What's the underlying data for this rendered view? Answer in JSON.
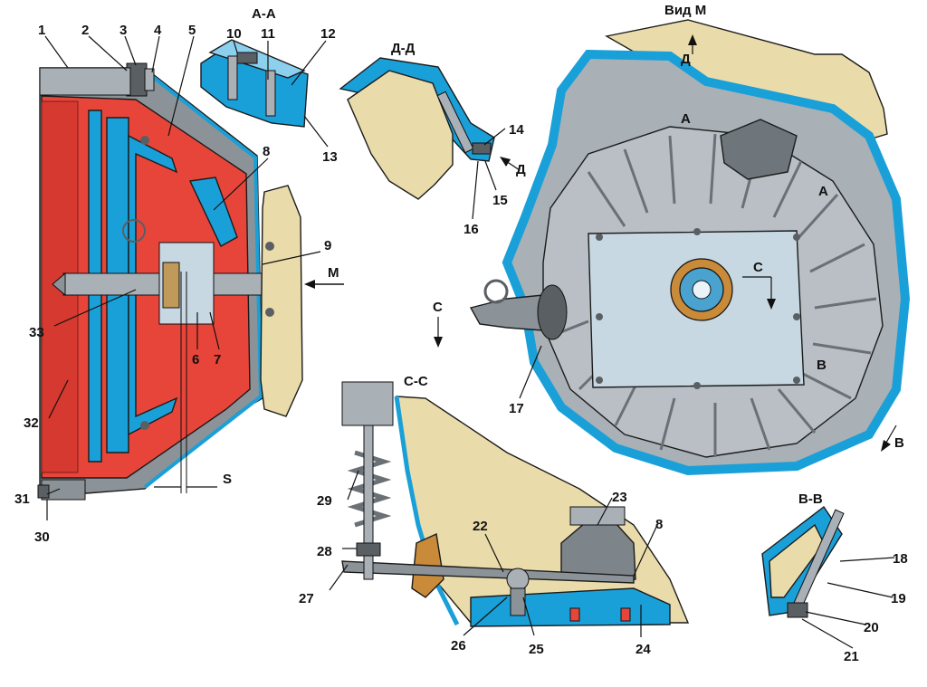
{
  "sections": {
    "aa": "А-А",
    "dd": "Д-Д",
    "vid": "Вид М",
    "cc": "С-С",
    "bb": "В-В"
  },
  "markers": {
    "m": "М",
    "s": "S",
    "c1": "С",
    "c2": "С",
    "d1": "Д",
    "d2": "Д",
    "a1": "А",
    "a2": "А",
    "b1": "В",
    "b2": "В"
  },
  "callouts": [
    "1",
    "2",
    "3",
    "4",
    "5",
    "6",
    "7",
    "8",
    "9",
    "10",
    "11",
    "12",
    "13",
    "14",
    "15",
    "16",
    "17",
    "18",
    "19",
    "20",
    "21",
    "22",
    "23",
    "24",
    "25",
    "26",
    "27",
    "28",
    "29",
    "30",
    "31",
    "32",
    "33",
    "8"
  ],
  "colors": {
    "red": "#e8453a",
    "blue": "#1aa0d8",
    "tan": "#eadcaa",
    "gray": "#a9b0b6",
    "lightblue": "#c7d8e2",
    "darkgray": "#5a5f63"
  }
}
